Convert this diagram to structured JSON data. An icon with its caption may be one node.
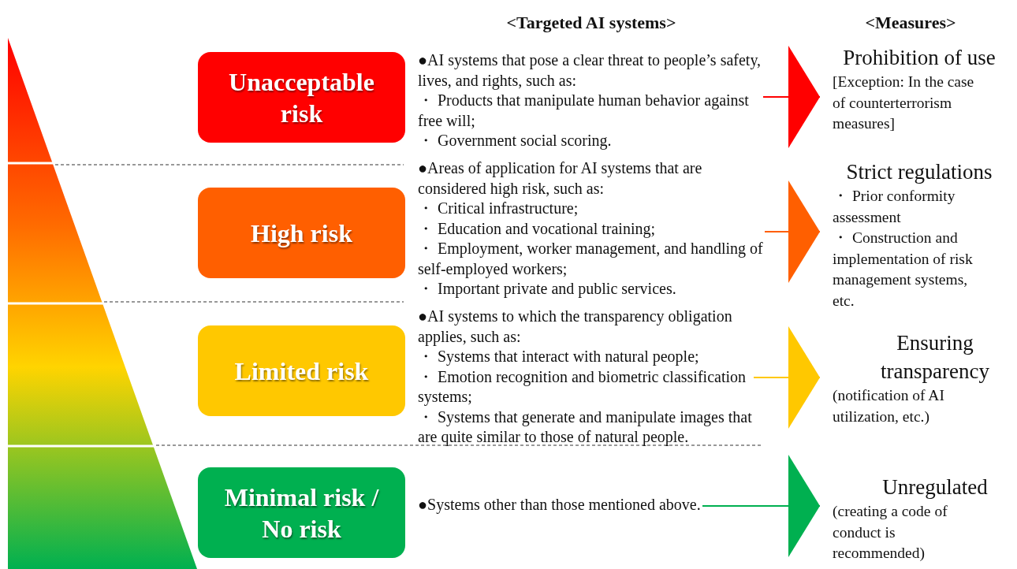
{
  "diagram": {
    "nodes": [
      {
        "text": [
          "Unacceptable risk"
        ]
      },
      {
        "text": [
          "●AI systems that pose a clear threat to people’s safety, lives, and rights, such as:",
          "・ Products that manipulate human behavior against free will;",
          "・ Government social scoring."
        ]
      },
      {
        "text": [
          "Prohibition of use",
          "[Exception: In the case of counterterrorism measures]"
        ]
      },
      {
        "text": [
          "High risk"
        ]
      },
      {
        "text": [
          "●Areas of application for AI systems that are considered high risk, such as:",
          "・ Critical infrastructure;",
          "・ Education and vocational training;",
          "・ Employment, worker management, and handling of self-employed workers;",
          "・ Important private and public services."
        ]
      },
      {
        "text": [
          "Strict regulations",
          "・ Prior conformity assessment",
          "・ Construction and implementation of risk management systems, etc."
        ]
      },
      {
        "text": [
          "Limited risk"
        ]
      },
      {
        "text": [
          "●AI systems to which the transparency obligation applies, such as:",
          "・ Systems that interact with natural people;",
          "・ Emotion recognition and biometric classification systems;",
          "・ Systems that generate and manipulate images that are quite similar to those of natural people."
        ]
      },
      {
        "text": [
          "Ensuring transparency",
          "(notification of AI utilization, etc.)"
        ]
      },
      {
        "text": [
          "Minimal risk / No risk"
        ]
      },
      {
        "text": [
          "●Systems other than those mentioned above."
        ]
      },
      {
        "text": [
          "Unregulated",
          "(creating a code of conduct is recommended)"
        ]
      }
    ],
    "edges": [
      {
        "from": 1,
        "to": 2,
        "arrow": "to",
        "color": "#ff0000"
      },
      {
        "from": 4,
        "to": 5,
        "arrow": "to",
        "color": "#ff5f00"
      },
      {
        "from": 7,
        "to": 8,
        "arrow": "to",
        "color": "#ffc800"
      },
      {
        "from": 10,
        "to": 11,
        "arrow": "to",
        "color": "#00b050"
      }
    ],
    "labels": [
      "<Targeted AI systems>",
      "<Measures>"
    ]
  }
}
